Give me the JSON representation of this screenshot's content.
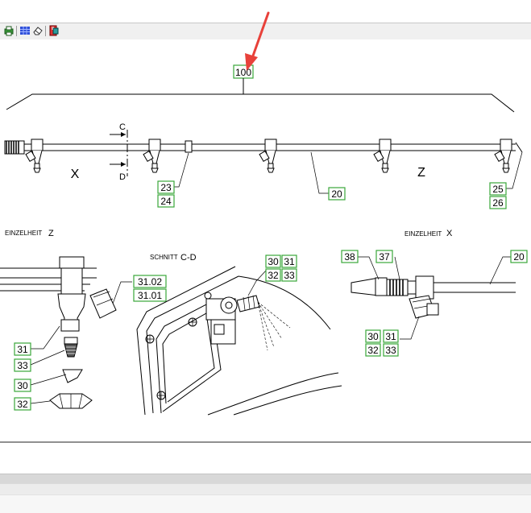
{
  "toolbar": {
    "buttons": [
      "print-icon",
      "grid-icon",
      "eraser-icon",
      "export-icon"
    ]
  },
  "diagram": {
    "top_callout": "100",
    "main_view": {
      "x_label": "X",
      "z_label": "Z",
      "section_c": "C",
      "section_d": "D",
      "callouts": [
        "23",
        "24",
        "20",
        "25",
        "26"
      ]
    },
    "detail_z": {
      "title": "EINZELHEIT",
      "letter": "Z",
      "callouts": [
        "31.02",
        "31.01",
        "31",
        "33",
        "30",
        "32"
      ]
    },
    "section_cd": {
      "title": "SCHNITT",
      "letter": "C-D",
      "callouts": [
        "30",
        "31",
        "32",
        "33"
      ]
    },
    "detail_x": {
      "title": "EINZELHEIT",
      "letter": "X",
      "callouts": [
        "38",
        "37",
        "20",
        "30",
        "31",
        "32",
        "33"
      ]
    }
  },
  "annotation": {
    "arrow_color": "#e8413a"
  }
}
